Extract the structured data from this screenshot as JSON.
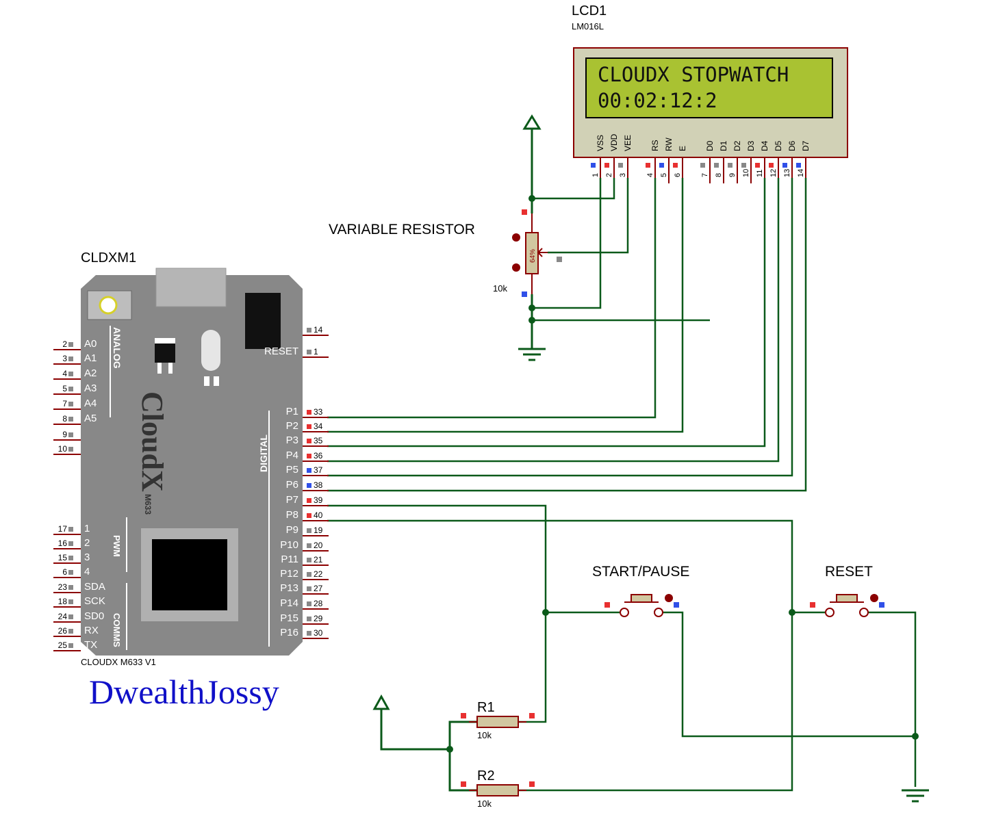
{
  "lcd": {
    "ref": "LCD1",
    "model": "LM016L",
    "line1": "CLOUDX STOPWATCH",
    "line2": "00:02:12:2",
    "pin_names": [
      "VSS",
      "VDD",
      "VEE",
      "RS",
      "RW",
      "E",
      "D0",
      "D1",
      "D2",
      "D3",
      "D4",
      "D5",
      "D6",
      "D7"
    ],
    "pin_numbers": [
      "1",
      "2",
      "3",
      "4",
      "5",
      "6",
      "7",
      "8",
      "9",
      "10",
      "11",
      "12",
      "13",
      "14"
    ]
  },
  "pot": {
    "label": "VARIABLE RESISTOR",
    "value": "10k",
    "percent": "64%"
  },
  "board": {
    "ref": "CLDXM1",
    "footer": "CLOUDX M633 V1",
    "logo": "CloudX",
    "logo_sub": "M633",
    "analog_title": "ANALOG",
    "digital_title": "DIGITAL",
    "pwm_title": "PWM",
    "comms_title": "COMMS",
    "left_top": [
      {
        "num": "2",
        "name": "A0"
      },
      {
        "num": "3",
        "name": "A1"
      },
      {
        "num": "4",
        "name": "A2"
      },
      {
        "num": "5",
        "name": "A3"
      },
      {
        "num": "7",
        "name": "A4"
      },
      {
        "num": "8",
        "name": "A5"
      },
      {
        "num": "9",
        "name": ""
      },
      {
        "num": "10",
        "name": ""
      }
    ],
    "left_bottom": [
      {
        "num": "17",
        "name": "1"
      },
      {
        "num": "16",
        "name": "2"
      },
      {
        "num": "15",
        "name": "3"
      },
      {
        "num": "6",
        "name": "4"
      },
      {
        "num": "23",
        "name": "SDA"
      },
      {
        "num": "18",
        "name": "SCK"
      },
      {
        "num": "24",
        "name": "SD0"
      },
      {
        "num": "26",
        "name": "RX"
      },
      {
        "num": "25",
        "name": "TX"
      }
    ],
    "right_top": [
      {
        "num": "14",
        "name": ""
      },
      {
        "num": "1",
        "name": "RESET"
      }
    ],
    "right_digital": [
      {
        "num": "33",
        "name": "P1"
      },
      {
        "num": "34",
        "name": "P2"
      },
      {
        "num": "35",
        "name": "P3"
      },
      {
        "num": "36",
        "name": "P4"
      },
      {
        "num": "37",
        "name": "P5"
      },
      {
        "num": "38",
        "name": "P6"
      },
      {
        "num": "39",
        "name": "P7"
      },
      {
        "num": "40",
        "name": "P8"
      },
      {
        "num": "19",
        "name": "P9"
      },
      {
        "num": "20",
        "name": "P10"
      },
      {
        "num": "21",
        "name": "P11"
      },
      {
        "num": "22",
        "name": "P12"
      },
      {
        "num": "27",
        "name": "P13"
      },
      {
        "num": "28",
        "name": "P14"
      },
      {
        "num": "29",
        "name": "P15"
      },
      {
        "num": "30",
        "name": "P16"
      }
    ]
  },
  "buttons": {
    "start": "START/PAUSE",
    "reset": "RESET"
  },
  "resistors": {
    "r1": "R1",
    "r1_value": "10k",
    "r2": "R2",
    "r2_value": "10k"
  },
  "watermark": "DwealthJossy",
  "colors": {
    "wire": "#0b5a1a",
    "pin": "#8b0000",
    "board": "#888888",
    "lcd_bg": "#d1d1b6",
    "lcd_screen": "#a9c232",
    "watermark": "#1010c8"
  }
}
